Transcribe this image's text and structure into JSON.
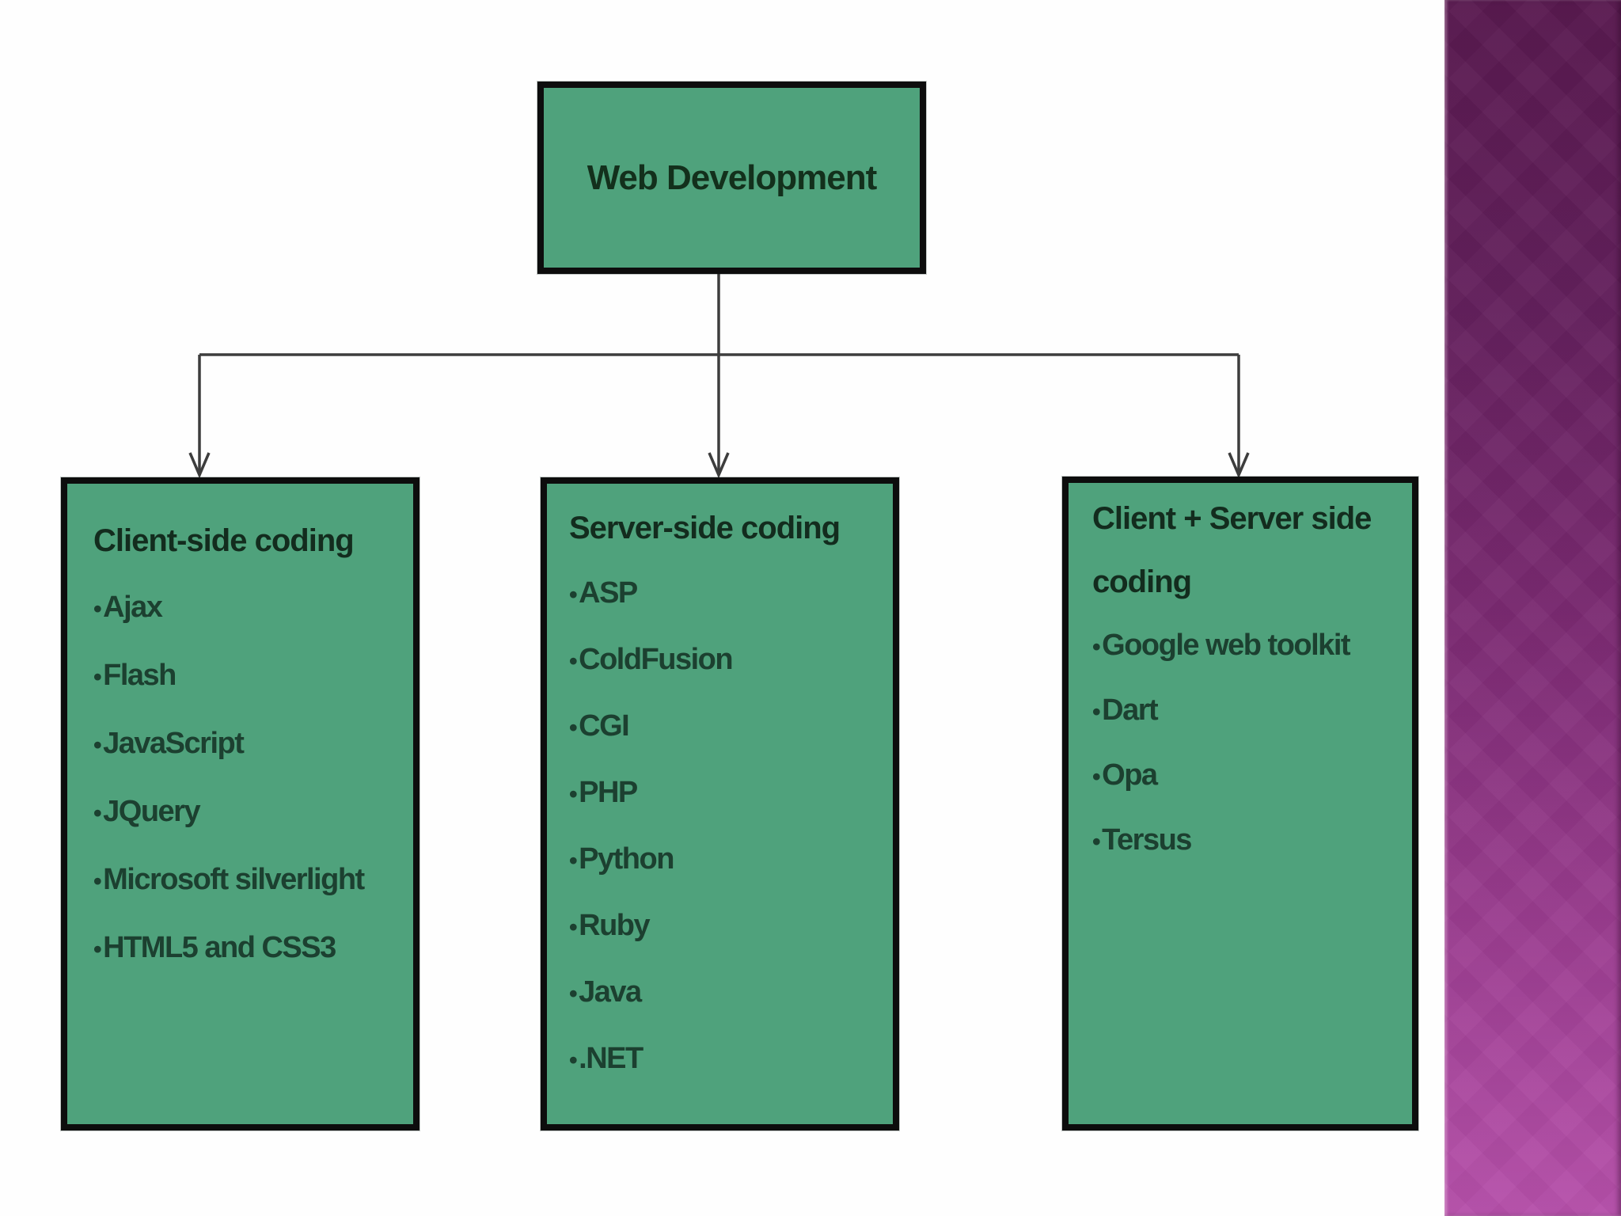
{
  "page": {
    "background": "#fefefe"
  },
  "accent_stripe": {
    "color_top": "#58194f",
    "color_middle": "#7a2a71",
    "color_bottom": "#b650aa"
  },
  "diagram": {
    "root": {
      "label": "Web Development"
    },
    "branches": [
      {
        "title": "Client-side coding",
        "items": [
          "Ajax",
          "Flash",
          "JavaScript",
          "JQuery",
          "Microsoft silverlight",
          "HTML5 and CSS3"
        ]
      },
      {
        "title": "Server-side coding",
        "items": [
          "ASP",
          "ColdFusion",
          "CGI",
          "PHP",
          "Python",
          "Ruby",
          "Java",
          ".NET"
        ]
      },
      {
        "title": "Client + Server side\ncoding",
        "items": [
          "Google web toolkit",
          "Dart",
          "Opa",
          "Tersus"
        ]
      }
    ],
    "style": {
      "box_fill": "#4fa27c",
      "box_border": "#0d0d0d",
      "title_color": "#132c1e",
      "item_color": "#1c4030",
      "connector_color": "#3d3d3d"
    }
  }
}
